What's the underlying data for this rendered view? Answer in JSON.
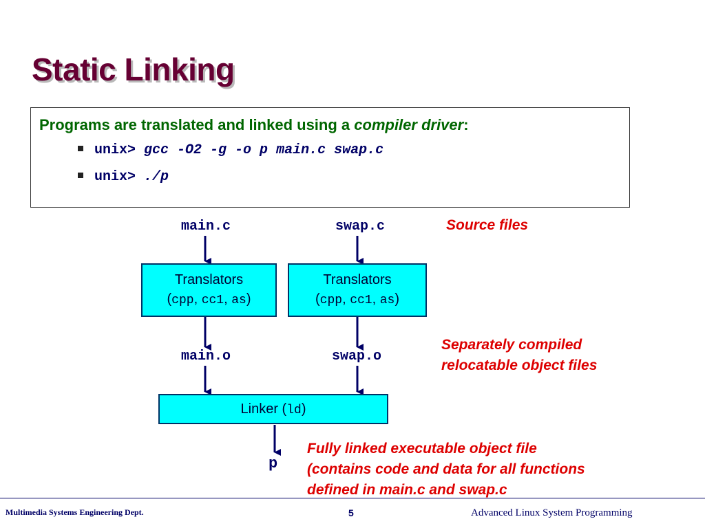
{
  "slide": {
    "title": "Static Linking",
    "lead_text": "Programs are translated and linked using a ",
    "lead_emphasis": "compiler driver",
    "lead_suffix": ":",
    "commands": [
      {
        "prompt": "unix>",
        "command": "gcc -O2 -g -o p main.c swap.c"
      },
      {
        "prompt": "unix>",
        "command": "./p"
      }
    ]
  },
  "diagram": {
    "source_left": "main.c",
    "source_right": "swap.c",
    "translator_title": "Translators",
    "translator_open": "(",
    "translator_tools": [
      "cpp",
      "cc1",
      "as"
    ],
    "translator_sep": ", ",
    "translator_close": ")",
    "object_left": "main.o",
    "object_right": "swap.o",
    "linker_label": "Linker (",
    "linker_tool": "ld",
    "linker_close": ")",
    "output": "p",
    "notes": {
      "source": "Source files",
      "objects_line1": "Separately compiled",
      "objects_line2": "relocatable object files",
      "exe_line1": "Fully linked executable object file",
      "exe_line2": "(contains code and data for all functions",
      "exe_line3": "defined in main.c and swap.c"
    }
  },
  "footer": {
    "left": "Multimedia Systems Engineering Dept.",
    "page": "5",
    "right": "Advanced Linux System Programming"
  },
  "colors": {
    "title": "#660033",
    "lead": "#006600",
    "code": "#000066",
    "note": "#dd0000",
    "box_fill": "#00ffff"
  }
}
